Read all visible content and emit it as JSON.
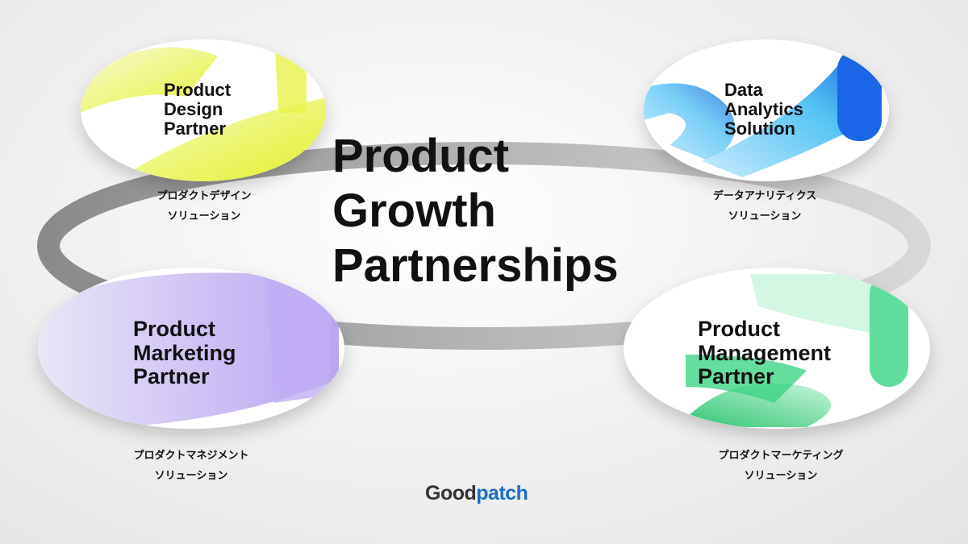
{
  "title": {
    "line1": "Product",
    "line2": "Growth",
    "line3": "Partnerships"
  },
  "cards": [
    {
      "lines": [
        "Product",
        "Design",
        "Partner"
      ],
      "jp": [
        "プロダクトデザイン",
        "ソリューション"
      ],
      "color": "#e4f020"
    },
    {
      "lines": [
        "Data",
        "Analytics",
        "Solution"
      ],
      "jp": [
        "データアナリティクス",
        "ソリューション"
      ],
      "color": "#1a8cf0"
    },
    {
      "lines": [
        "Product",
        "Marketing",
        "Partner"
      ],
      "jp": [
        "プロダクトマネジメント",
        "ソリューション"
      ],
      "color": "#b9a4f2"
    },
    {
      "lines": [
        "Product",
        "Management",
        "Partner"
      ],
      "jp": [
        "プロダクトマーケティング",
        "ソリューション"
      ],
      "color": "#3fd98a"
    }
  ],
  "logo": {
    "part1": "Good",
    "part2": "patch"
  }
}
